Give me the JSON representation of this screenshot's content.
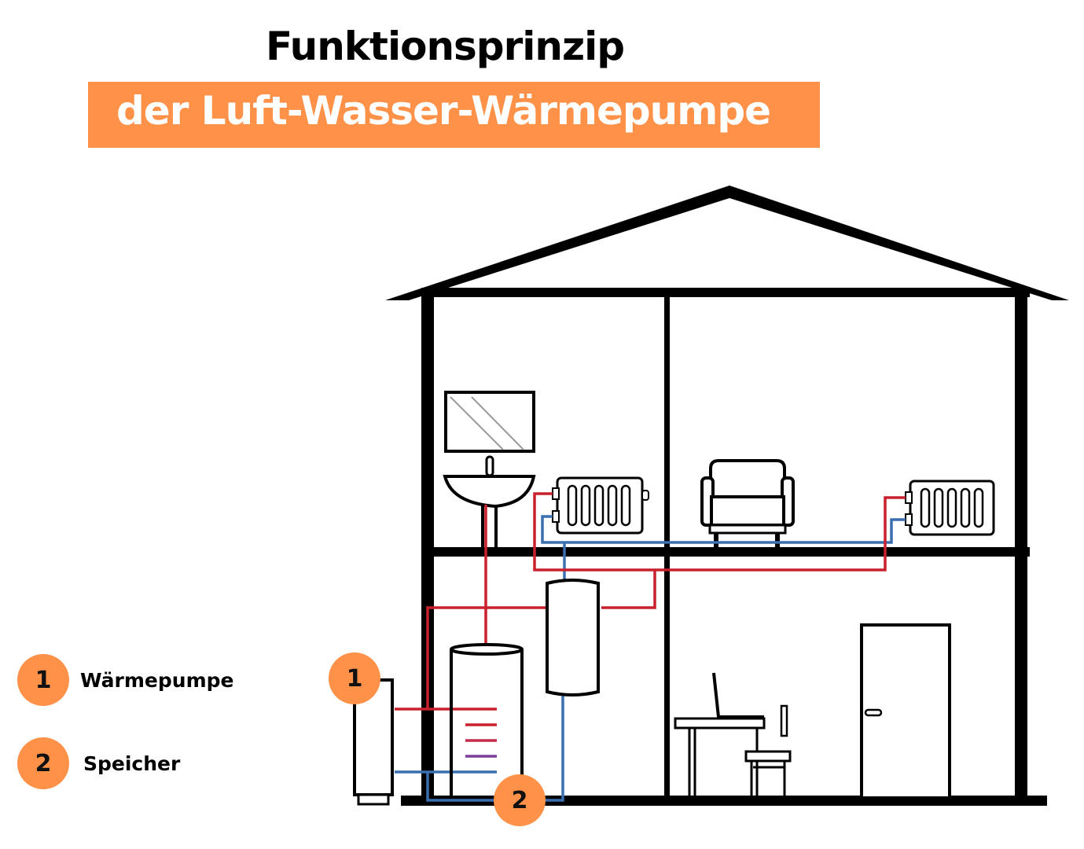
{
  "header": {
    "title": "Funktionsprinzip",
    "subtitle": "der Luft-Wasser-Wärmepumpe"
  },
  "legend": [
    {
      "number": "1",
      "label": "Wärmepumpe"
    },
    {
      "number": "2",
      "label": "Speicher"
    }
  ],
  "markers": [
    {
      "number": "1",
      "target": "Wärmepumpe"
    },
    {
      "number": "2",
      "target": "Speicher"
    }
  ],
  "colors": {
    "accent": "#ff9148",
    "hot_pipe": "#c8202c",
    "cold_pipe": "#3a6fb0",
    "mid_pipe": "#c42a4a",
    "warm_low_pipe": "#7a3f9a",
    "outline": "#000000"
  },
  "diagram": {
    "rooms": [
      {
        "name": "Badezimmer",
        "items": [
          "mirror",
          "sink",
          "radiator"
        ]
      },
      {
        "name": "Wohnzimmer",
        "items": [
          "armchair",
          "radiator"
        ]
      },
      {
        "name": "Technikraum",
        "items": [
          "heat-pump",
          "storage-tank",
          "buffer-tank"
        ]
      },
      {
        "name": "Arbeitszimmer",
        "items": [
          "desk",
          "laptop",
          "chair",
          "door"
        ]
      }
    ]
  }
}
